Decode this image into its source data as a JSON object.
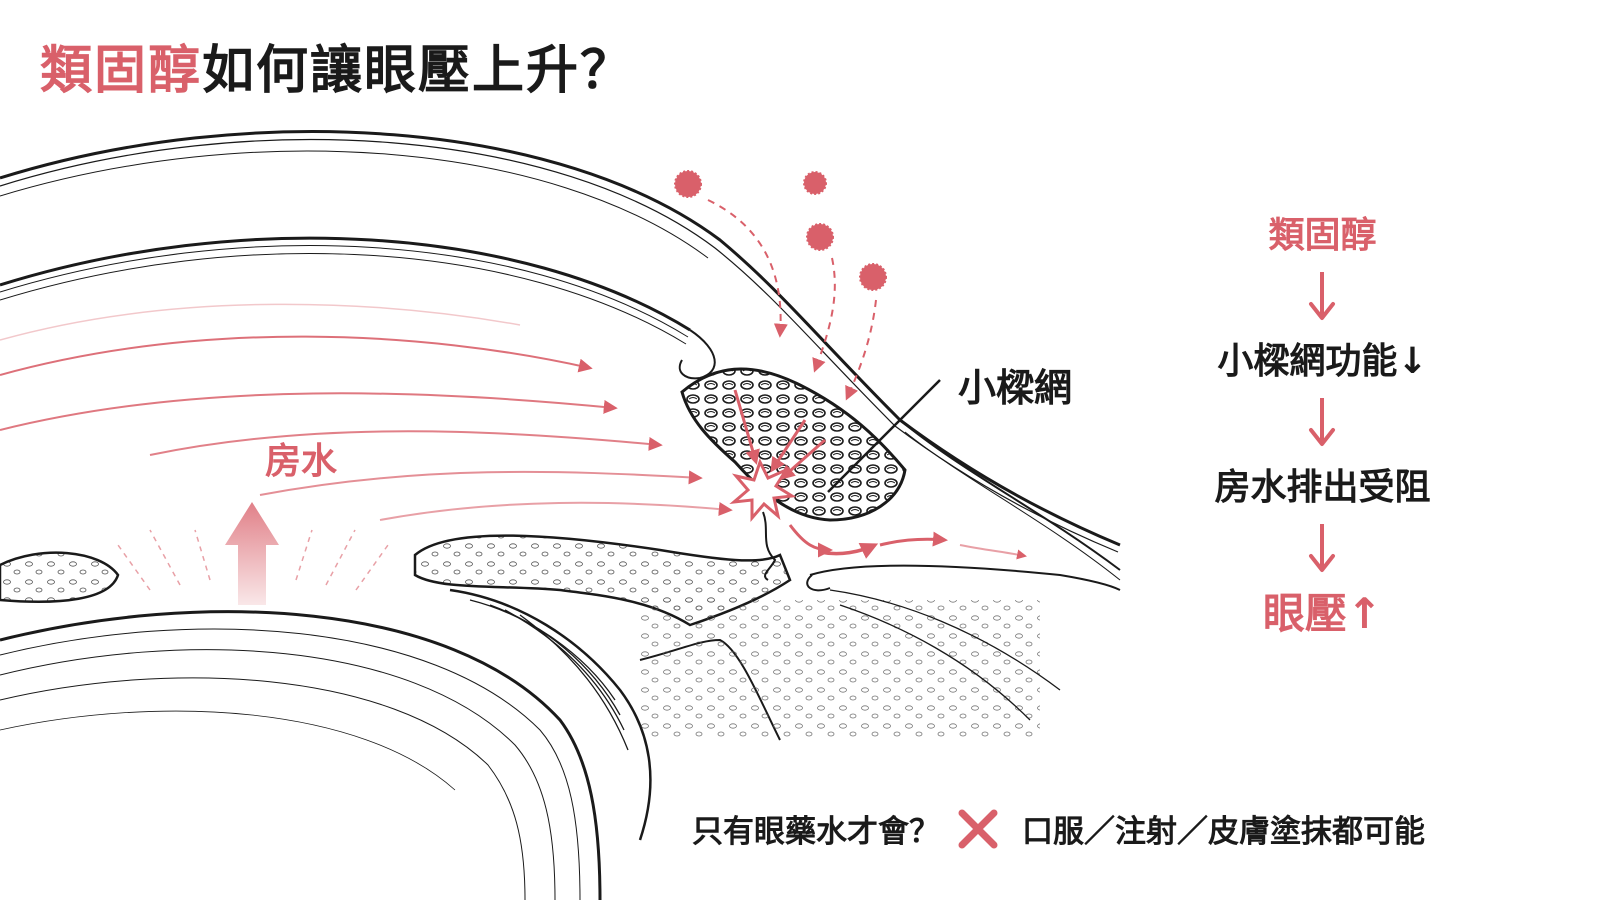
{
  "title": {
    "highlight": "類固醇",
    "rest": "如何讓眼壓上升？"
  },
  "labels": {
    "aqueous_humor": "房水",
    "trabecular_meshwork": "小樑網"
  },
  "flow": {
    "step1": "類固醇",
    "step2": "小樑網功能↓",
    "step3": "房水排出受阻",
    "step4": "眼壓",
    "step4_arrow": "↑"
  },
  "footer": {
    "question": "只有眼藥水才會？",
    "answer": "口服／注射／皮膚塗抹都可能"
  },
  "colors": {
    "accent": "#d9606a",
    "ink": "#1a1a1a",
    "light_accent": "#f0b4b8"
  },
  "icons": {
    "cross": "x-mark-icon",
    "arrow_down": "arrow-down-icon",
    "arrow_up": "arrow-up-icon"
  }
}
